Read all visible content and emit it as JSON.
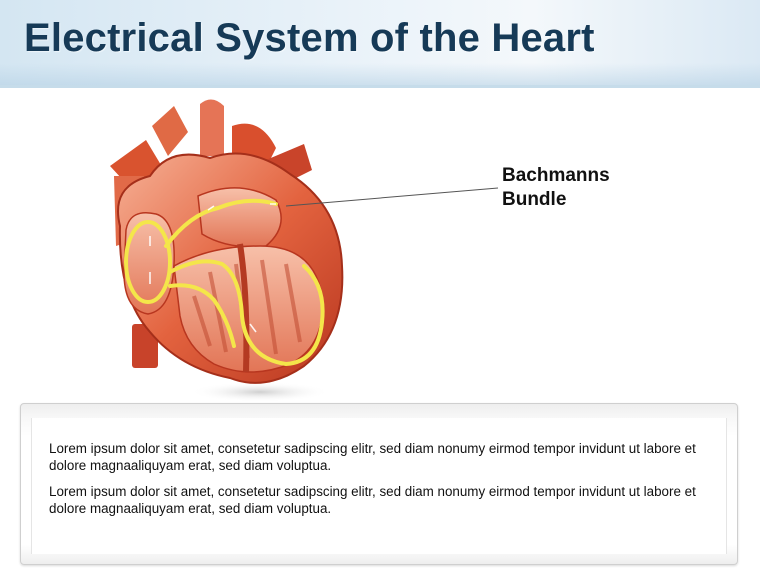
{
  "slide": {
    "title": "Electrical System of the Heart"
  },
  "figure": {
    "icon": "heart-anatomy-icon",
    "callout_line1": "Bachmanns",
    "callout_line2": "Bundle",
    "colors": {
      "tissue": "#e0573a",
      "tissue_light": "#f3a084",
      "tissue_dark": "#b8361f",
      "conduction": "#f4e64a"
    }
  },
  "text_panel": {
    "paragraph1": "Lorem ipsum dolor sit amet, consetetur sadipscing elitr, sed diam nonumy eirmod tempor invidunt ut labore et dolore magnaaliquyam erat, sed diam voluptua.",
    "paragraph2": "Lorem ipsum dolor sit amet, consetetur sadipscing elitr, sed diam nonumy eirmod tempor invidunt ut labore et dolore magnaaliquyam erat, sed diam voluptua."
  }
}
